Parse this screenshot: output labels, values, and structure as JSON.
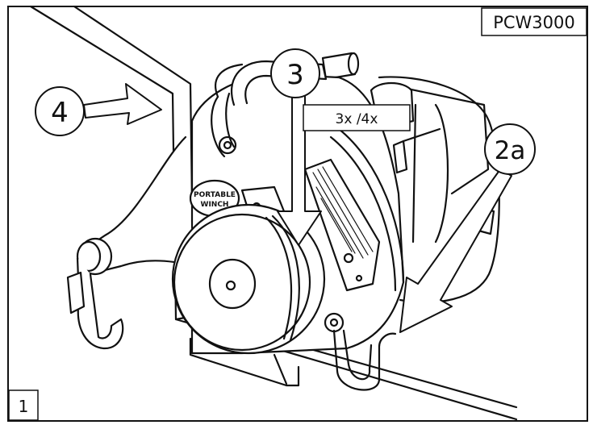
{
  "figure": {
    "model": "PCW3000",
    "figure_number": "1",
    "callouts": {
      "c4": "4",
      "c3": "3",
      "c2a": "2a"
    },
    "ratio_label": "3x /4x"
  }
}
